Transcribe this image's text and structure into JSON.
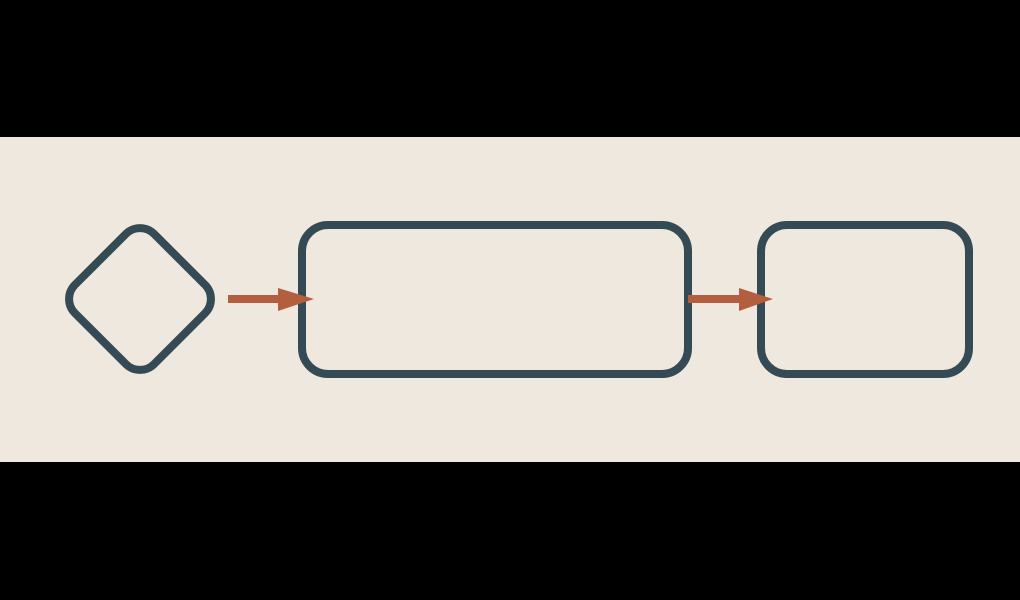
{
  "colors": {
    "page_background": "#000000",
    "canvas_background": "#EFE8DF",
    "shape_stroke": "#344B55",
    "arrow": "#B45E40"
  },
  "diagram": {
    "nodes": [
      {
        "id": "decision",
        "shape": "diamond",
        "label": ""
      },
      {
        "id": "process",
        "shape": "rounded-rectangle",
        "label": ""
      },
      {
        "id": "end",
        "shape": "rounded-rectangle",
        "label": ""
      }
    ],
    "edges": [
      {
        "from": "decision",
        "to": "process",
        "arrow": "arrow-right-icon"
      },
      {
        "from": "process",
        "to": "end",
        "arrow": "arrow-right-icon"
      }
    ]
  }
}
